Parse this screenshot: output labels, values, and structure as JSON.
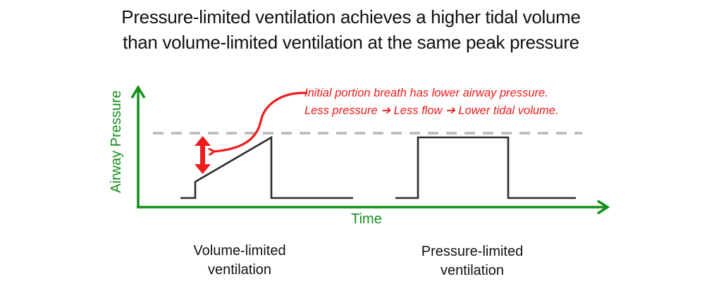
{
  "title": {
    "line1": "Pressure-limited ventilation achieves a higher tidal volume",
    "line2": "than volume-limited ventilation at the same peak pressure"
  },
  "annotation": {
    "line1": "Initial portion breath has lower airway pressure.",
    "line2": "Less pressure ➔ Less flow ➔ Lower tidal volume.",
    "color": "#ee1c1c"
  },
  "axes": {
    "y_label": "Airway Pressure",
    "x_label": "Time",
    "color": "#138f1a"
  },
  "captions": {
    "volume_limited": {
      "line1": "Volume-limited",
      "line2": "ventilation"
    },
    "pressure_limited": {
      "line1": "Pressure-limited",
      "line2": "ventilation"
    }
  },
  "chart_data": {
    "type": "line",
    "title": "Pressure-limited ventilation achieves a higher tidal volume than volume-limited ventilation at the same peak pressure",
    "xlabel": "Time",
    "ylabel": "Airway Pressure",
    "reference_line": {
      "name": "peak pressure",
      "style": "dashed",
      "color": "#b3b3b3"
    },
    "series": [
      {
        "name": "Volume-limited ventilation",
        "shape": "step up, linear ramp to peak, drop to baseline"
      },
      {
        "name": "Pressure-limited ventilation",
        "shape": "square wave rising immediately to peak pressure, held, then drop to baseline"
      }
    ],
    "annotations": [
      "Initial portion breath has lower airway pressure.",
      "Less pressure ➔ Less flow ➔ Lower tidal volume."
    ],
    "grid": false
  }
}
